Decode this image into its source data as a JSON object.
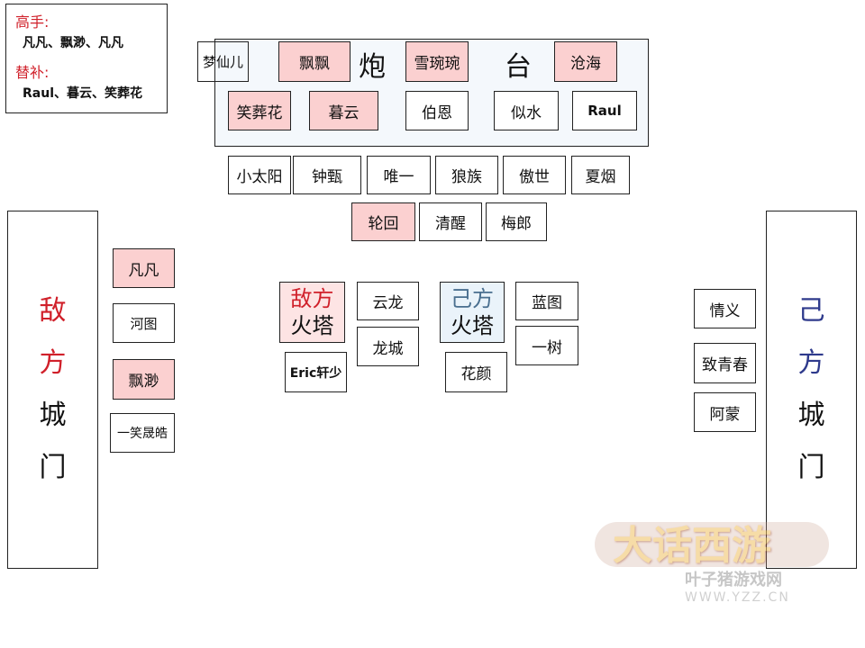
{
  "legend": {
    "experts_label": "高手:",
    "experts": "凡凡、飘渺、凡凡",
    "subs_label": "替补:",
    "subs": "Raul、暮云、笑葬花"
  },
  "cannon": {
    "char1": "炮",
    "char2": "台",
    "row1": [
      "梦仙儿",
      "飘飘",
      "雪琬琬",
      "沧海"
    ],
    "row2": [
      "笑葬花",
      "暮云",
      "伯恩",
      "似水",
      "Raul"
    ]
  },
  "row3": [
    "小太阳",
    "钟甄",
    "唯一",
    "狼族",
    "傲世",
    "夏烟"
  ],
  "row4": [
    "轮回",
    "清醒",
    "梅郎"
  ],
  "enemy_gate": {
    "c1": "敌",
    "c2": "方",
    "c3": "城",
    "c4": "门"
  },
  "own_gate": {
    "c1": "己",
    "c2": "方",
    "c3": "城",
    "c4": "门"
  },
  "left_column": [
    "凡凡",
    "河图",
    "飘渺",
    "一笑晟皓"
  ],
  "enemy_tower": {
    "side": "敌方",
    "label": "火塔",
    "guards": [
      "云龙",
      "龙城",
      "Eric轩少"
    ]
  },
  "own_tower": {
    "side": "己方",
    "label": "火塔",
    "guards": [
      "蓝图",
      "一树",
      "花颜"
    ]
  },
  "right_column": [
    "情义",
    "致青春",
    "阿蒙"
  ],
  "watermark": {
    "logo": "大话西游",
    "site": "叶子猪游戏网",
    "url": "WWW.YZZ.CN"
  },
  "colors": {
    "highlight": "#fbd0d0",
    "enemy": "#d0202a",
    "own": "#2e3a8c"
  }
}
